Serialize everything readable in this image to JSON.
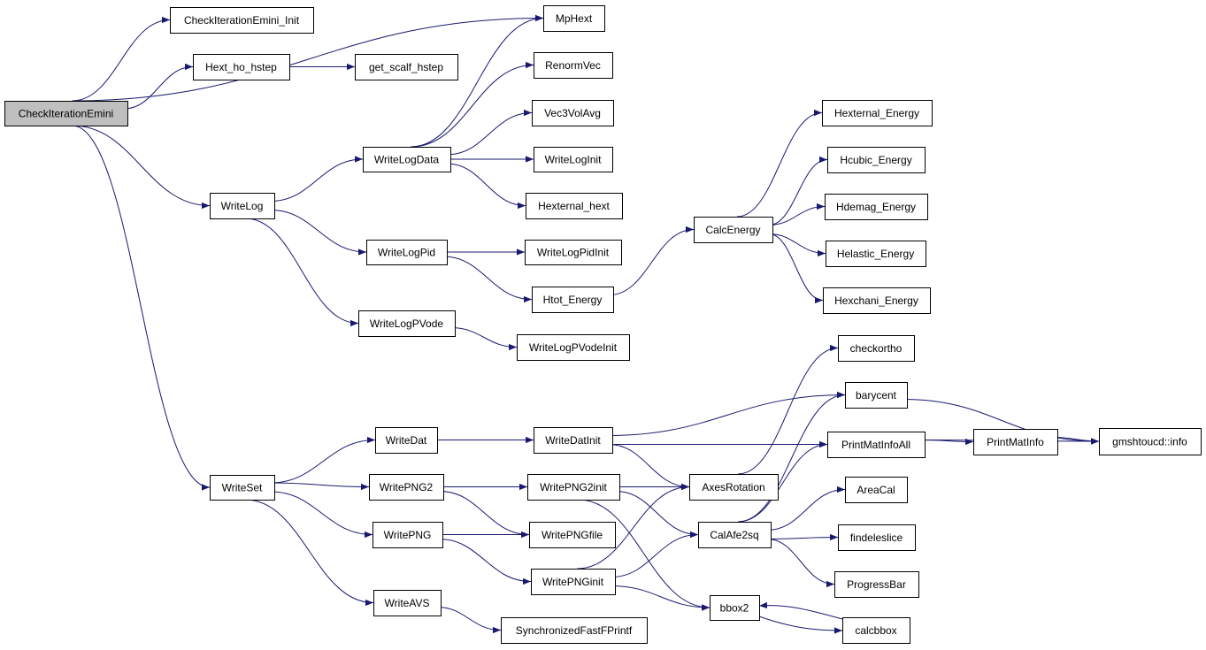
{
  "colors": {
    "edge": "#191970",
    "root_fill": "#bfbfbf",
    "node_fill": "#ffffff",
    "node_stroke": "#000000"
  },
  "root": "n_root",
  "nodes": {
    "n_root": "CheckIterationEmini",
    "n_init": "CheckIterationEmini_Init",
    "n_hexthostep": "Hext_ho_hstep",
    "n_getscalf": "get_scalf_hstep",
    "n_mphext": "MpHext",
    "n_renorm": "RenormVec",
    "n_vec3": "Vec3VolAvg",
    "n_writelog": "WriteLog",
    "n_writelogdata": "WriteLogData",
    "n_writeloginit": "WriteLogInit",
    "n_hexternalhext": "Hexternal_hext",
    "n_writelogpid": "WriteLogPid",
    "n_writelogpidinit": "WriteLogPidInit",
    "n_htot": "Htot_Energy",
    "n_writelogpvode": "WriteLogPVode",
    "n_writelogpvodeinit": "WriteLogPVodeInit",
    "n_calcenergy": "CalcEnergy",
    "n_hexternalenergy": "Hexternal_Energy",
    "n_hcubic": "Hcubic_Energy",
    "n_hdemag": "Hdemag_Energy",
    "n_helastic": "Helastic_Energy",
    "n_hexchani": "Hexchani_Energy",
    "n_checkortho": "checkortho",
    "n_barycent": "barycent",
    "n_printmatinfoall": "PrintMatInfoAll",
    "n_printmatinfo": "PrintMatInfo",
    "n_gmsh": "gmshtoucd::info",
    "n_writeset": "WriteSet",
    "n_writedat": "WriteDat",
    "n_writedatinit": "WriteDatInit",
    "n_writepng2": "WritePNG2",
    "n_writepng2init": "WritePNG2init",
    "n_axesrotation": "AxesRotation",
    "n_areacal": "AreaCal",
    "n_writepng": "WritePNG",
    "n_writepngfile": "WritePNGfile",
    "n_calafe2sq": "CalAfe2sq",
    "n_findeleslice": "findeleslice",
    "n_writepnginit": "WritePNGinit",
    "n_progressbar": "ProgressBar",
    "n_bbox2": "bbox2",
    "n_writeavs": "WriteAVS",
    "n_synchronized": "SynchronizedFastFPrintf",
    "n_calcbbox": "calcbbox"
  },
  "edges": [
    [
      "n_root",
      "n_init"
    ],
    [
      "n_root",
      "n_hexthostep"
    ],
    [
      "n_root",
      "n_mphext"
    ],
    [
      "n_root",
      "n_writelog"
    ],
    [
      "n_root",
      "n_writeset"
    ],
    [
      "n_hexthostep",
      "n_getscalf"
    ],
    [
      "n_writelog",
      "n_writelogdata"
    ],
    [
      "n_writelog",
      "n_writelogpid"
    ],
    [
      "n_writelog",
      "n_writelogpvode"
    ],
    [
      "n_writelogdata",
      "n_mphext"
    ],
    [
      "n_writelogdata",
      "n_renorm"
    ],
    [
      "n_writelogdata",
      "n_vec3"
    ],
    [
      "n_writelogdata",
      "n_writeloginit"
    ],
    [
      "n_writelogdata",
      "n_hexternalhext"
    ],
    [
      "n_writelogpid",
      "n_writelogpidinit"
    ],
    [
      "n_writelogpid",
      "n_htot"
    ],
    [
      "n_writelogpvode",
      "n_writelogpvodeinit"
    ],
    [
      "n_htot",
      "n_calcenergy"
    ],
    [
      "n_calcenergy",
      "n_hexternalenergy"
    ],
    [
      "n_calcenergy",
      "n_hcubic"
    ],
    [
      "n_calcenergy",
      "n_hdemag"
    ],
    [
      "n_calcenergy",
      "n_helastic"
    ],
    [
      "n_calcenergy",
      "n_hexchani"
    ],
    [
      "n_writeset",
      "n_writedat"
    ],
    [
      "n_writeset",
      "n_writepng2"
    ],
    [
      "n_writeset",
      "n_writepng"
    ],
    [
      "n_writeset",
      "n_writeavs"
    ],
    [
      "n_writedat",
      "n_writedatinit"
    ],
    [
      "n_writedatinit",
      "n_barycent"
    ],
    [
      "n_writedatinit",
      "n_printmatinfoall"
    ],
    [
      "n_writedatinit",
      "n_axesrotation"
    ],
    [
      "n_writepng2",
      "n_writepng2init"
    ],
    [
      "n_writepng2",
      "n_writepngfile"
    ],
    [
      "n_writepng2init",
      "n_axesrotation"
    ],
    [
      "n_writepng2init",
      "n_calafe2sq"
    ],
    [
      "n_writepng2init",
      "n_bbox2"
    ],
    [
      "n_writepng",
      "n_writepngfile"
    ],
    [
      "n_writepng",
      "n_writepnginit"
    ],
    [
      "n_writepnginit",
      "n_axesrotation"
    ],
    [
      "n_writepnginit",
      "n_calafe2sq"
    ],
    [
      "n_writepnginit",
      "n_bbox2"
    ],
    [
      "n_axesrotation",
      "n_checkortho"
    ],
    [
      "n_calafe2sq",
      "n_barycent"
    ],
    [
      "n_calafe2sq",
      "n_printmatinfoall"
    ],
    [
      "n_calafe2sq",
      "n_areacal"
    ],
    [
      "n_calafe2sq",
      "n_findeleslice"
    ],
    [
      "n_calafe2sq",
      "n_progressbar"
    ],
    [
      "n_barycent",
      "n_gmsh"
    ],
    [
      "n_printmatinfoall",
      "n_printmatinfo"
    ],
    [
      "n_printmatinfoall",
      "n_gmsh"
    ],
    [
      "n_printmatinfo",
      "n_gmsh"
    ],
    [
      "n_writeavs",
      "n_synchronized"
    ],
    [
      "n_bbox2",
      "n_calcbbox"
    ],
    [
      "n_calcbbox",
      "n_bbox2"
    ]
  ]
}
